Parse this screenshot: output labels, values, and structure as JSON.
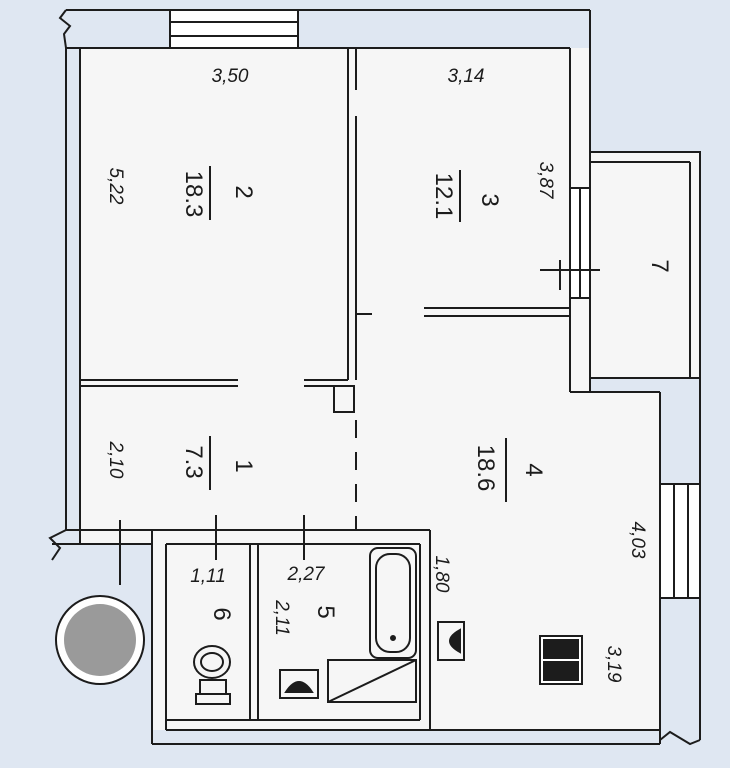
{
  "rooms": [
    {
      "id": "room-1",
      "number": "1",
      "area": "7.3",
      "dimension": "2,10"
    },
    {
      "id": "room-2",
      "number": "2",
      "area": "18.3",
      "dimension_width": "3,50",
      "dimension_length": "5,22"
    },
    {
      "id": "room-3",
      "number": "3",
      "area": "12.1",
      "dimension_width": "3,14",
      "dimension_length": "3,87"
    },
    {
      "id": "room-4",
      "number": "4",
      "area": "18.6",
      "dimension_width": "3,19",
      "dimension_length": "4,03"
    },
    {
      "id": "room-5",
      "number": "5",
      "dimension_width": "2,27",
      "dimension_length": "2,11",
      "dimension_side": "1,80"
    },
    {
      "id": "room-6",
      "number": "6",
      "dimension": "1,11"
    },
    {
      "id": "room-7",
      "number": "7"
    }
  ],
  "colors": {
    "background": "#dfe7f2",
    "wall": "#1c1c1c",
    "fill": "#f7f7f7"
  }
}
